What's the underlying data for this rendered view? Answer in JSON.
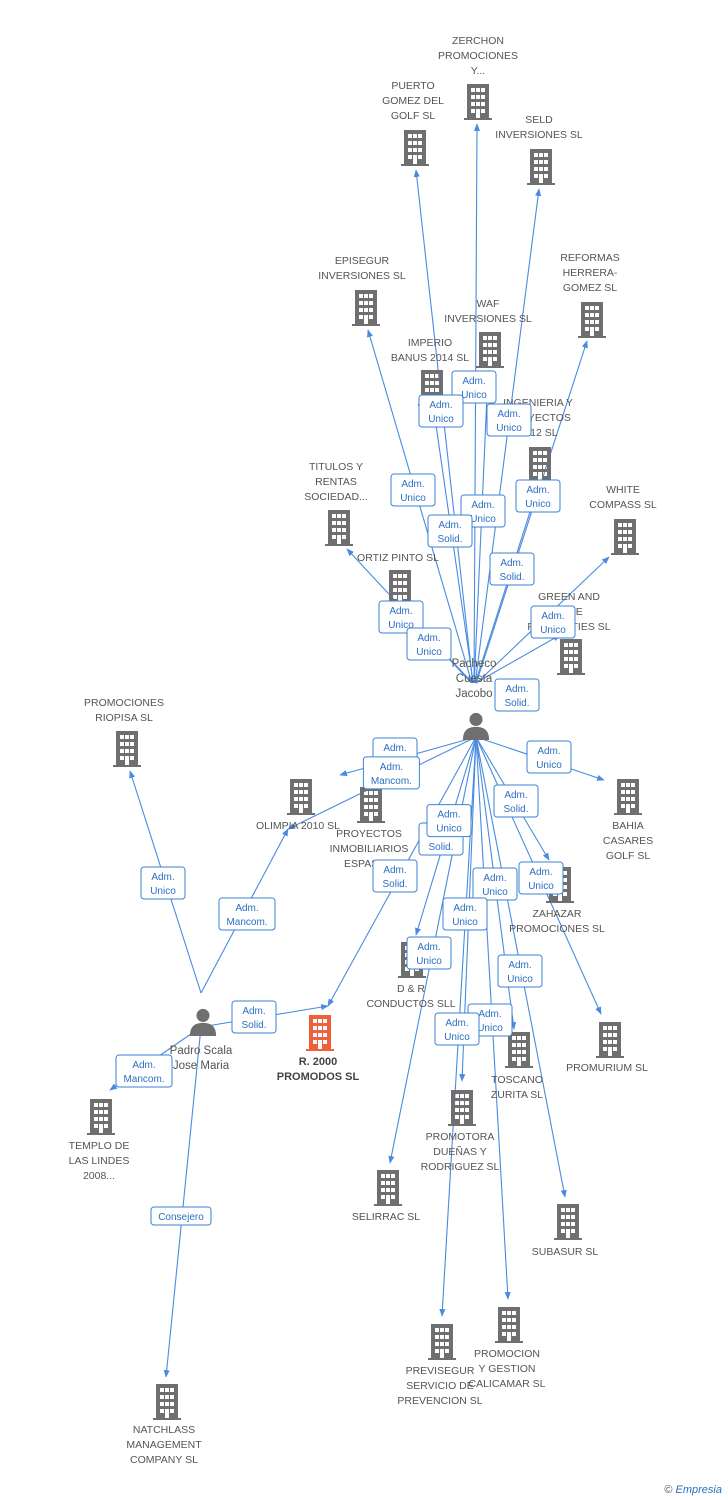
{
  "main_company": {
    "id": "r2000",
    "label": [
      "R. 2000",
      "PROMODOS SL"
    ]
  },
  "persons": [
    {
      "id": "pacheco",
      "label": [
        "Pacheco",
        "Cuesta",
        "Jacobo"
      ]
    },
    {
      "id": "padro",
      "label": [
        "Padro Scala",
        "Jose Maria"
      ]
    }
  ],
  "companies": [
    {
      "id": "zerchon",
      "label": [
        "ZERCHON",
        "PROMOCIONES",
        "Y..."
      ]
    },
    {
      "id": "puerto",
      "label": [
        "PUERTO",
        "GOMEZ DEL",
        "GOLF SL"
      ]
    },
    {
      "id": "seld",
      "label": [
        "SELD",
        "INVERSIONES SL"
      ]
    },
    {
      "id": "episegur",
      "label": [
        "EPISEGUR",
        "INVERSIONES SL"
      ]
    },
    {
      "id": "reformas",
      "label": [
        "REFORMAS",
        "HERRERA-",
        "GOMEZ SL"
      ]
    },
    {
      "id": "waf",
      "label": [
        "WAF",
        "INVERSIONES SL"
      ]
    },
    {
      "id": "imperio",
      "label": [
        "IMPERIO",
        "BANUS 2014  SL"
      ]
    },
    {
      "id": "ingenieria",
      "label": [
        "INGENIERIA Y",
        "PROYECTOS",
        "2012 SL"
      ]
    },
    {
      "id": "titulos",
      "label": [
        "TITULOS Y",
        "RENTAS",
        "SOCIEDAD..."
      ]
    },
    {
      "id": "white",
      "label": [
        "WHITE",
        "COMPASS SL"
      ]
    },
    {
      "id": "ortiz",
      "label": [
        "ORTIZ PINTO SL"
      ]
    },
    {
      "id": "green",
      "label": [
        "GREEN AND",
        "BLUE",
        "PROPERTIES SL"
      ]
    },
    {
      "id": "riopisa",
      "label": [
        "PROMOCIONES",
        "RIOPISA SL"
      ]
    },
    {
      "id": "olimpia",
      "label": [
        "OLIMPIA 2010 SL"
      ]
    },
    {
      "id": "proyectos",
      "label": [
        "PROYECTOS",
        "INMOBILIARIOS",
        "ESPASA..."
      ]
    },
    {
      "id": "bahia",
      "label": [
        "BAHIA",
        "CASARES",
        "GOLF SL"
      ]
    },
    {
      "id": "zahazar",
      "label": [
        "ZAHAZAR",
        "PROMOCIONES SL"
      ]
    },
    {
      "id": "dyr",
      "label": [
        "D & R",
        "CONDUCTOS SLL"
      ]
    },
    {
      "id": "promurium",
      "label": [
        "PROMURIUM SL"
      ]
    },
    {
      "id": "toscano",
      "label": [
        "TOSCANO",
        "ZURITA SL"
      ]
    },
    {
      "id": "templo",
      "label": [
        "TEMPLO DE",
        "LAS LINDES",
        "2008..."
      ]
    },
    {
      "id": "promotora",
      "label": [
        "PROMOTORA",
        "DUEÑAS Y",
        "RODRIGUEZ SL"
      ]
    },
    {
      "id": "selirrac",
      "label": [
        "SELIRRAC SL"
      ]
    },
    {
      "id": "subasur",
      "label": [
        "SUBASUR SL"
      ]
    },
    {
      "id": "previsegur",
      "label": [
        "PREVISEGUR",
        "SERVICIO DE",
        "PREVENCION SL"
      ]
    },
    {
      "id": "calicamar",
      "label": [
        "PROMOCION",
        "Y GESTION",
        "CALICAMAR SL"
      ]
    },
    {
      "id": "natchlass",
      "label": [
        "NATCHLASS",
        "MANAGEMENT",
        "COMPANY SL"
      ]
    }
  ],
  "edges": [
    {
      "from": "pacheco",
      "to": "zerchon",
      "role": [
        "Adm.",
        "Unico"
      ]
    },
    {
      "from": "pacheco",
      "to": "puerto",
      "role": [
        "Adm.",
        "Unico"
      ]
    },
    {
      "from": "pacheco",
      "to": "seld",
      "role": [
        "Adm.",
        "Unico"
      ]
    },
    {
      "from": "pacheco",
      "to": "episegur",
      "role": [
        "Adm.",
        "Unico"
      ]
    },
    {
      "from": "pacheco",
      "to": "reformas",
      "role": [
        "Adm.",
        "Unico"
      ]
    },
    {
      "from": "pacheco",
      "to": "waf",
      "role": [
        "Adm.",
        "Unico"
      ]
    },
    {
      "from": "pacheco",
      "to": "imperio",
      "role": [
        "Adm.",
        "Solid."
      ]
    },
    {
      "from": "pacheco",
      "to": "ingenieria",
      "role": [
        "Adm.",
        "Unico"
      ]
    },
    {
      "from": "pacheco",
      "to": "titulos",
      "role": [
        "Adm.",
        "Unico"
      ]
    },
    {
      "from": "pacheco",
      "to": "white",
      "role": [
        "Adm.",
        "Solid."
      ]
    },
    {
      "from": "pacheco",
      "to": "ortiz",
      "role": [
        "Adm.",
        "Unico"
      ]
    },
    {
      "from": "pacheco",
      "to": "green",
      "role": [
        "Adm.",
        "Solid."
      ]
    },
    {
      "from": "pacheco",
      "to": "olimpia",
      "role": [
        "Adm.",
        "Mancom."
      ]
    },
    {
      "from": "pacheco",
      "to": "proyectos",
      "role": [
        "Adm.",
        "Unico"
      ]
    },
    {
      "from": "pacheco",
      "to": "bahia",
      "role": [
        "Adm.",
        "Unico"
      ]
    },
    {
      "from": "pacheco",
      "to": "zahazar",
      "role": [
        "Adm.",
        "Solid."
      ]
    },
    {
      "from": "pacheco",
      "to": "r2000",
      "role": [
        "Adm.",
        "Solid."
      ]
    },
    {
      "from": "pacheco",
      "to": "dyr",
      "role": [
        "Adm.",
        "Unico"
      ]
    },
    {
      "from": "pacheco",
      "to": "promurium",
      "role": [
        "Adm.",
        "Unico"
      ]
    },
    {
      "from": "pacheco",
      "to": "toscano",
      "role": [
        "Adm.",
        "Unico"
      ]
    },
    {
      "from": "pacheco",
      "to": "promotora",
      "role": [
        "Adm.",
        "Unico"
      ]
    },
    {
      "from": "pacheco",
      "to": "selirrac",
      "role": [
        "Adm.",
        "Unico"
      ]
    },
    {
      "from": "pacheco",
      "to": "subasur",
      "role": [
        "Adm.",
        "Unico"
      ]
    },
    {
      "from": "pacheco",
      "to": "previsegur",
      "role": [
        "Adm.",
        "Unico"
      ]
    },
    {
      "from": "pacheco",
      "to": "calicamar",
      "role": [
        "Adm.",
        "Unico"
      ]
    },
    {
      "from": "padro",
      "to": "riopisa",
      "role": [
        "Adm.",
        "Unico"
      ]
    },
    {
      "from": "padro",
      "to": "olimpia",
      "role": [
        "Adm.",
        "Mancom."
      ]
    },
    {
      "from": "padro",
      "to": "r2000",
      "role": [
        "Adm.",
        "Solid."
      ]
    },
    {
      "from": "padro",
      "to": "templo",
      "role": [
        "Adm.",
        "Mancom."
      ]
    },
    {
      "from": "padro",
      "to": "natchlass",
      "role": [
        "Consejero"
      ]
    }
  ],
  "colors": {
    "edge": "#4a8be0",
    "role_text": "#2a6fc2",
    "building": "#6f6f6f",
    "main_building": "#f0603a",
    "person": "#6f6f6f"
  },
  "footer": {
    "symbol": "©",
    "brand": "Empresia"
  }
}
